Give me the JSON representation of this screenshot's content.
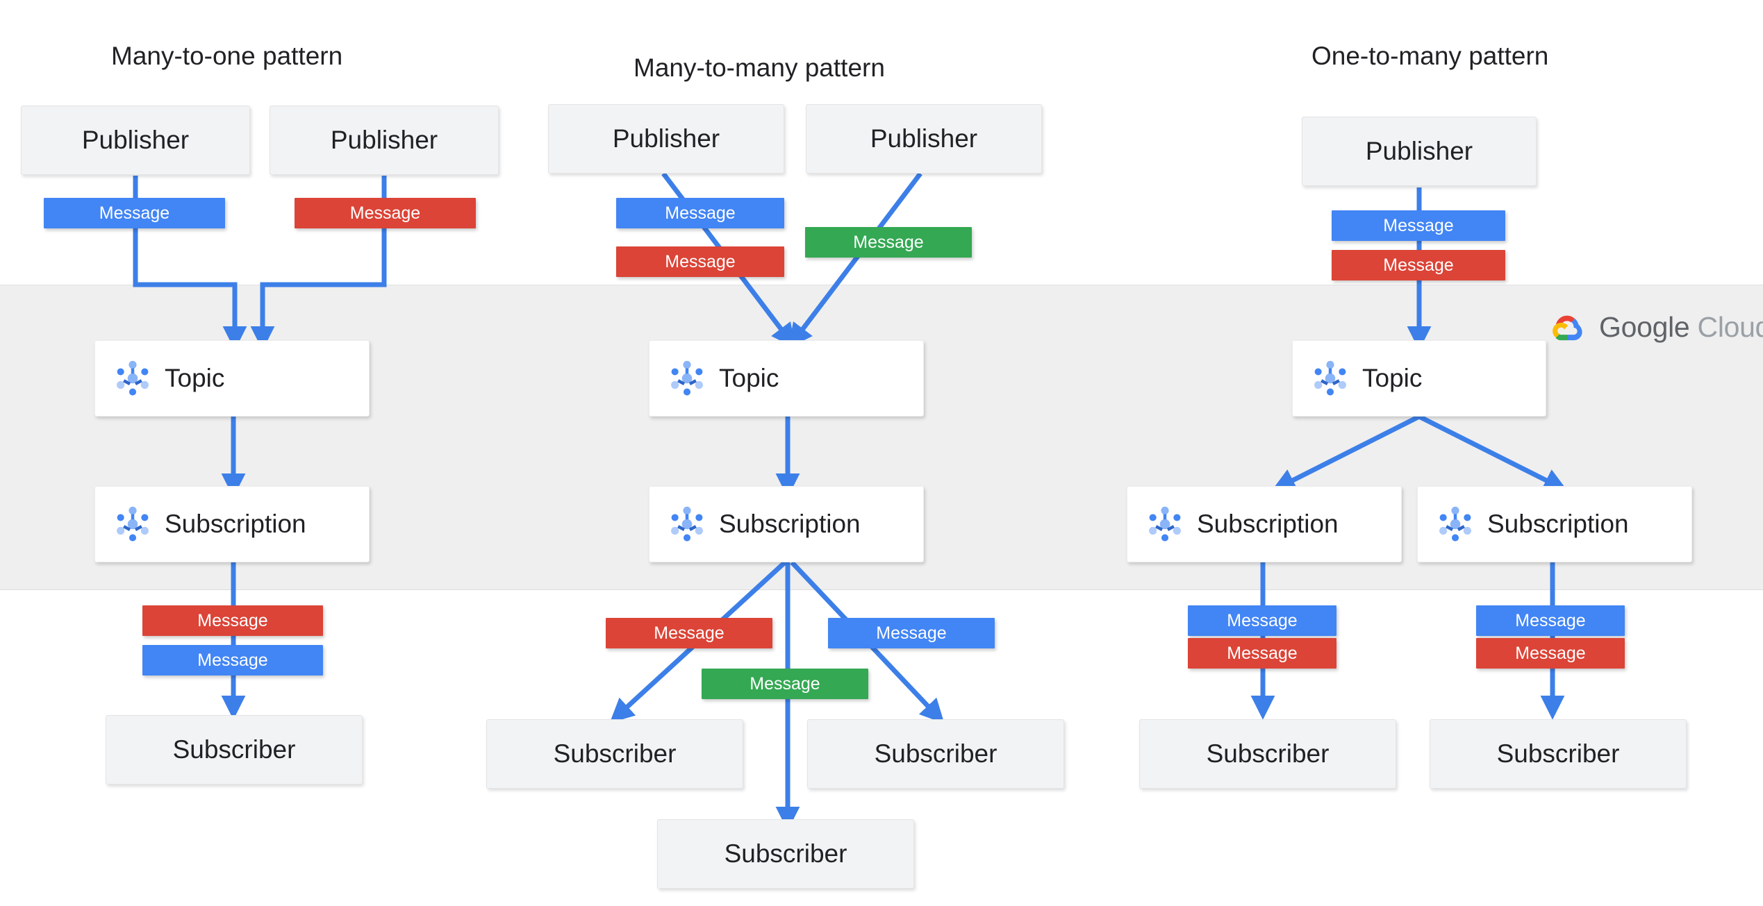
{
  "brand": {
    "logo_name": "google-cloud-logo",
    "word_google": "Google",
    "word_cloud": "Cloud",
    "colors": {
      "blue": "#4285F4",
      "red": "#DB4437",
      "green": "#34A853",
      "yellow": "#F4B400",
      "band_gray": "#EFEFEF",
      "box_gray": "#F1F3F4",
      "text": "#202124",
      "logo_text": "#5F6368"
    }
  },
  "columns": [
    {
      "title": "Many-to-one pattern",
      "publishers": [
        "Publisher",
        "Publisher"
      ],
      "publish_messages": [
        "Message",
        "Message"
      ],
      "topics": [
        "Topic"
      ],
      "subscriptions": [
        "Subscription"
      ],
      "deliver_messages": [
        "Message",
        "Message"
      ],
      "subscribers": [
        "Subscriber"
      ]
    },
    {
      "title": "Many-to-many  pattern",
      "publishers": [
        "Publisher",
        "Publisher"
      ],
      "publish_messages": [
        "Message",
        "Message",
        "Message"
      ],
      "topics": [
        "Topic"
      ],
      "subscriptions": [
        "Subscription"
      ],
      "deliver_messages": [
        "Message",
        "Message",
        "Message"
      ],
      "subscribers": [
        "Subscriber",
        "Subscriber",
        "Subscriber"
      ]
    },
    {
      "title": "One-to-many pattern",
      "publishers": [
        "Publisher"
      ],
      "publish_messages": [
        "Message",
        "Message"
      ],
      "topics": [
        "Topic"
      ],
      "subscriptions": [
        "Subscription",
        "Subscription"
      ],
      "deliver_messages": [
        "Message",
        "Message",
        "Message",
        "Message"
      ],
      "subscribers": [
        "Subscriber",
        "Subscriber"
      ]
    }
  ],
  "nodes": {
    "c1": {
      "title": "Many-to-one pattern",
      "pub1": "Publisher",
      "pub2": "Publisher",
      "msg_pub1": "Message",
      "msg_pub2": "Message",
      "topic": "Topic",
      "subscription": "Subscription",
      "msg_out1": "Message",
      "msg_out2": "Message",
      "sub1": "Subscriber"
    },
    "c2": {
      "title": "Many-to-many  pattern",
      "pub1": "Publisher",
      "pub2": "Publisher",
      "msg_pub1": "Message",
      "msg_pub2": "Message",
      "msg_pub3": "Message",
      "topic": "Topic",
      "subscription": "Subscription",
      "msg_out1": "Message",
      "msg_out2": "Message",
      "msg_out3": "Message",
      "sub1": "Subscriber",
      "sub2": "Subscriber",
      "sub3": "Subscriber"
    },
    "c3": {
      "title": "One-to-many pattern",
      "pub1": "Publisher",
      "msg_pub1": "Message",
      "msg_pub2": "Message",
      "topic": "Topic",
      "subscription1": "Subscription",
      "subscription2": "Subscription",
      "msg_out1": "Message",
      "msg_out2": "Message",
      "msg_out3": "Message",
      "msg_out4": "Message",
      "sub1": "Subscriber",
      "sub2": "Subscriber"
    }
  }
}
